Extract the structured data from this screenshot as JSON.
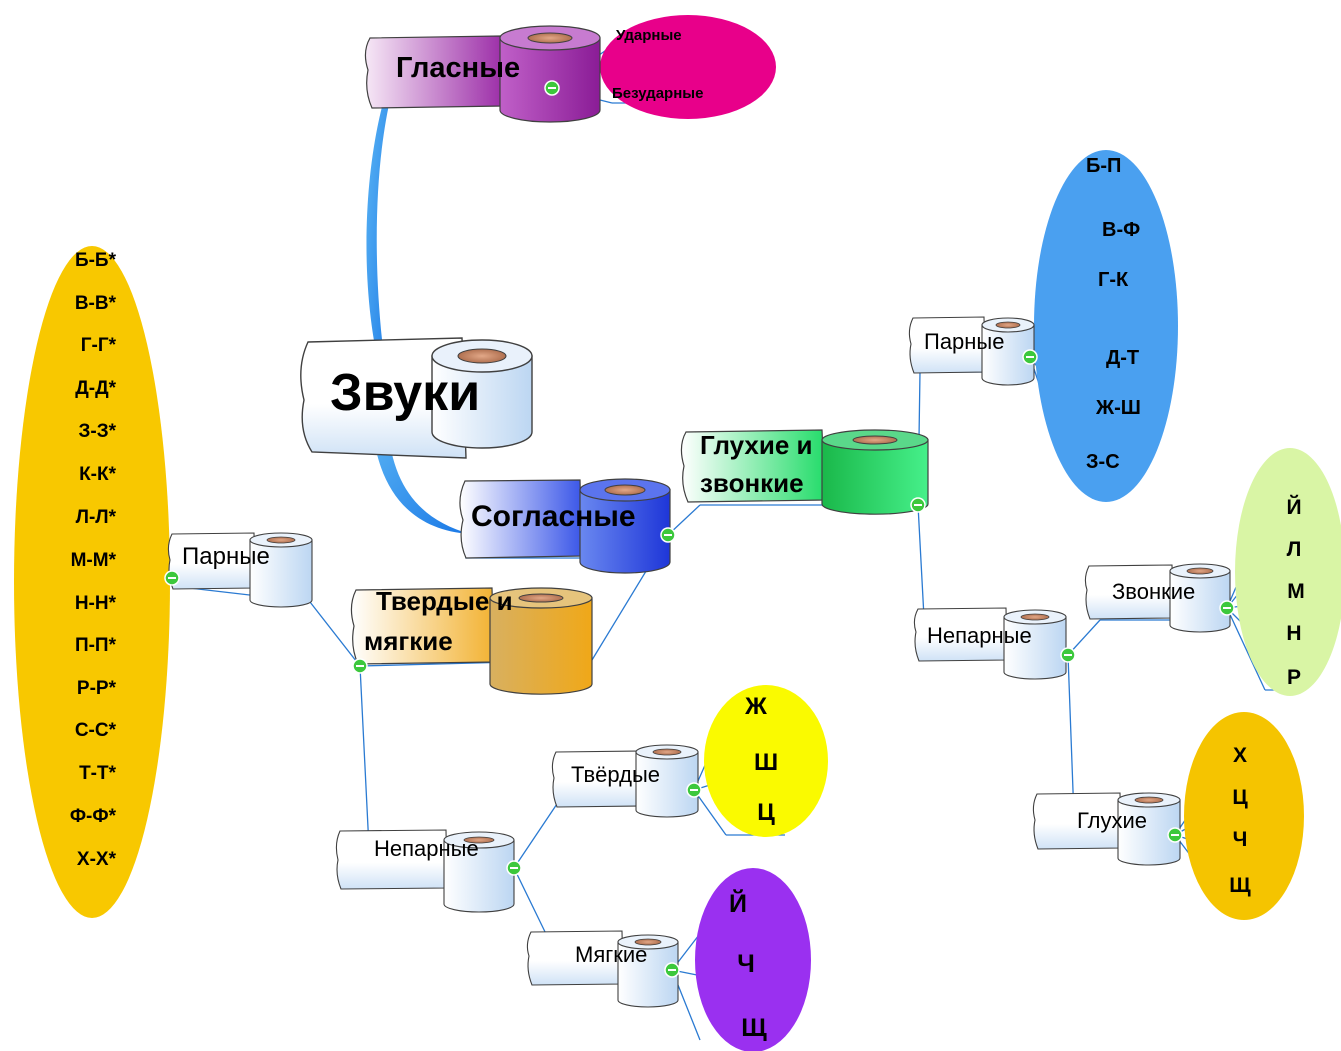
{
  "root": {
    "label": "Звуки"
  },
  "vowels": {
    "label": "Гласные",
    "items": [
      "Ударные",
      "Безударные"
    ],
    "color": "#e8008a"
  },
  "consonants": {
    "label": "Согласные",
    "color": "#2a3ae0"
  },
  "voiced": {
    "label_l1": "Глухие и",
    "label_l2": "звонкие",
    "color": "#22e060"
  },
  "vpaired": {
    "label": "Парные",
    "items": [
      "Б-П",
      "В-Ф",
      "Г-К",
      "Д-Т",
      "Ж-Ш",
      "З-С"
    ],
    "color": "#4aa0f0"
  },
  "vunpaired": {
    "label": "Непарные"
  },
  "sonorous": {
    "label": "Звонкие",
    "items": [
      "Й",
      "Л",
      "М",
      "Н",
      "Р"
    ],
    "color": "#d9f5a5"
  },
  "deaf": {
    "label": "Глухие",
    "items": [
      "Х",
      "Ц",
      "Ч",
      "Щ"
    ],
    "color": "#f5c400"
  },
  "hardsoft": {
    "label_l1": "Твердые и",
    "label_l2": "мягкие",
    "color": "#f0b020"
  },
  "hpaired": {
    "label": "Парные",
    "items": [
      "Б-Б*",
      "В-В*",
      "Г-Г*",
      "Д-Д*",
      "З-З*",
      "К-К*",
      "Л-Л*",
      "М-М*",
      "Н-Н*",
      "П-П*",
      "Р-Р*",
      "С-С*",
      "Т-Т*",
      "Ф-Ф*",
      "Х-Х*"
    ],
    "color": "#f8c800"
  },
  "hunpaired": {
    "label": "Непарные"
  },
  "hard": {
    "label": "Твёрдые",
    "items": [
      "Ж",
      "Ш",
      "Ц"
    ],
    "color": "#fafa00"
  },
  "soft": {
    "label": "Мягкие",
    "items": [
      "Й",
      "Ч",
      "Щ"
    ],
    "color": "#9a30f0"
  }
}
